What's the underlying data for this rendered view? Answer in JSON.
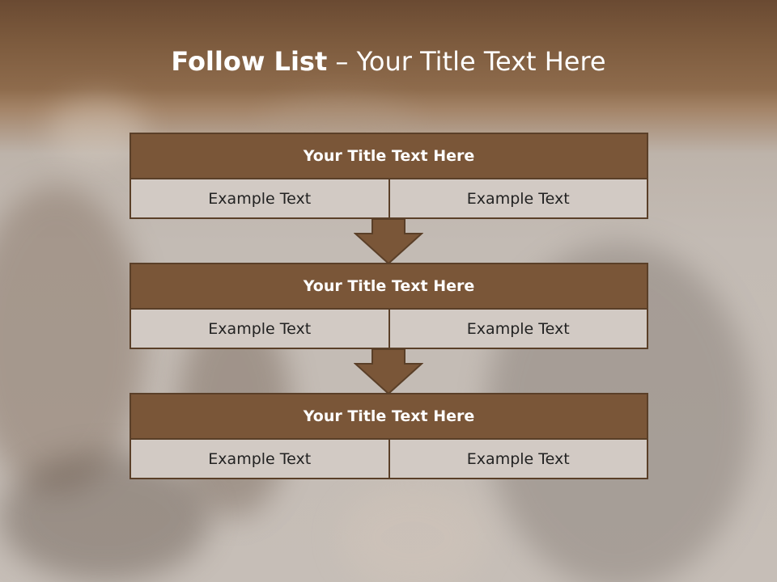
{
  "title": {
    "bold": "Follow List",
    "rest": " – Your Title Text Here"
  },
  "boxes": [
    {
      "title": "Your Title Text Here",
      "left": "Example Text",
      "right": "Example Text"
    },
    {
      "title": "Your Title Text Here",
      "left": "Example Text",
      "right": "Example Text"
    },
    {
      "title": "Your Title Text Here",
      "left": "Example Text",
      "right": "Example Text"
    }
  ],
  "colors": {
    "box_title": "#7a5638",
    "box_body": "#d2cac4",
    "border": "#5a3f28",
    "arrow": "#7a5638"
  }
}
